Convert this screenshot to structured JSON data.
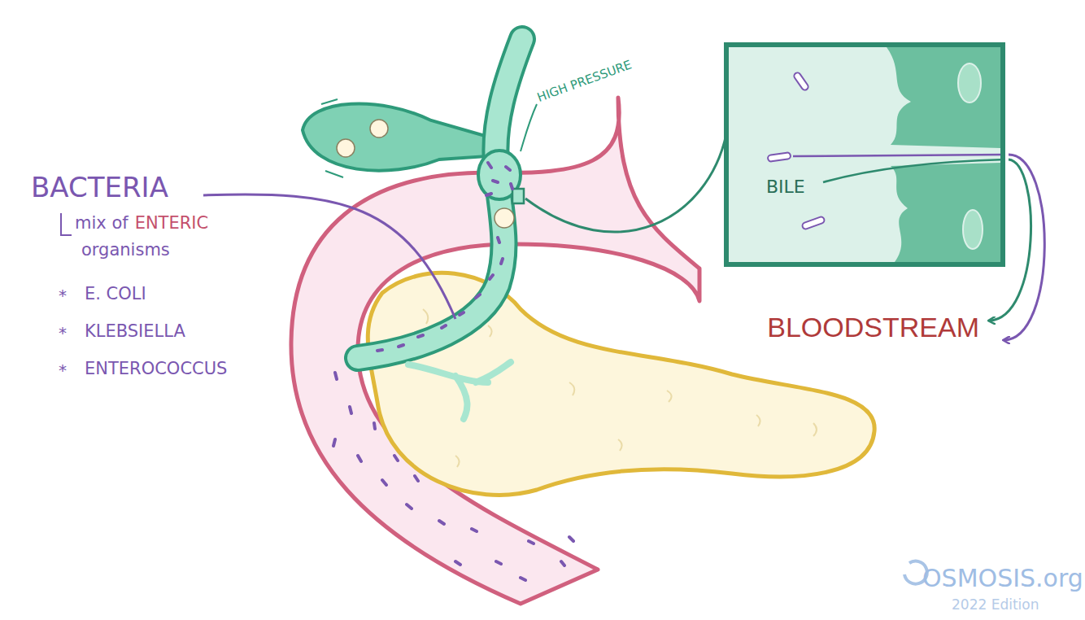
{
  "diagram": {
    "nodes": [
      {
        "text": [
          "BILE"
        ]
      }
    ],
    "labels": [
      "BACTERIA",
      "mix of",
      "ENTERIC",
      "organisms",
      "*",
      "E. COLI",
      "*",
      "KLEBSIELLA",
      "*",
      "ENTEROCOCCUS",
      "HIGH PRESSURE",
      "BLOODSTREAM",
      "OSMOSIS.org",
      "2022 Edition"
    ]
  }
}
